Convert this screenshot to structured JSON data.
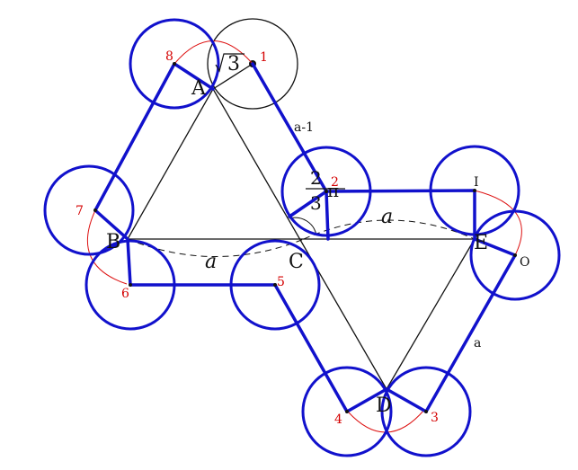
{
  "points": {
    "A": "A",
    "B": "B",
    "C": "C",
    "D": "D",
    "E": "E"
  },
  "markers": {
    "m1": "1",
    "m2": "2",
    "m3": "3",
    "m4": "4",
    "m5": "5",
    "m6": "6",
    "m7": "7",
    "m8": "8",
    "I": "I",
    "O": "O"
  },
  "annotations": {
    "sqrt3": "3",
    "a_top": "a",
    "a_mid": "a",
    "a_side": "a",
    "a_minus_1": "a-1",
    "frac_num": "2",
    "frac_den": "3",
    "pi": "π"
  },
  "colors": {
    "blue": "#1111cc",
    "red": "#dd1111",
    "black": "#111111"
  }
}
